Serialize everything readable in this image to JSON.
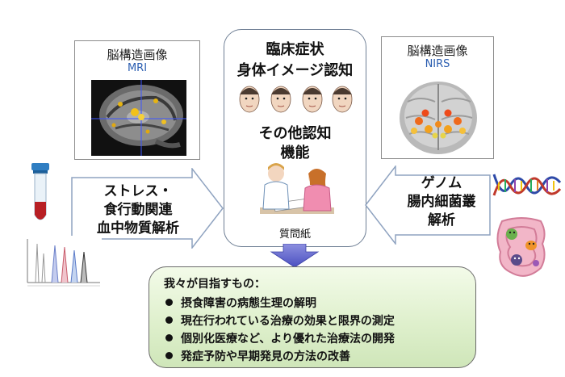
{
  "mri_panel": {
    "title": "脳構造画像",
    "subtitle": "MRI"
  },
  "nirs_panel": {
    "title": "脳構造画像",
    "subtitle": "NIRS"
  },
  "center": {
    "line1": "臨床症状",
    "line2": "身体イメージ認知",
    "line3": "その他認知",
    "line4": "機能",
    "caption": "質問紙"
  },
  "left_arrow": {
    "lines": [
      "ストレス・",
      "食行動関連",
      "血中物質解析"
    ]
  },
  "right_arrow": {
    "lines": [
      "ゲノム",
      "腸内細菌叢",
      "解析"
    ]
  },
  "goals": {
    "title": "我々が目指すもの：",
    "items": [
      "摂食障害の病態生理の解明",
      "現在行われている治療の効果と限界の測定",
      "個別化医療など、より優れた治療法の開発",
      "発症予防や早期発見の方法の改善"
    ]
  },
  "colors": {
    "arrow_outline": "#8fa3c0",
    "down_arrow": "#5b5fc7",
    "goal_fill": "#d9eec6"
  }
}
